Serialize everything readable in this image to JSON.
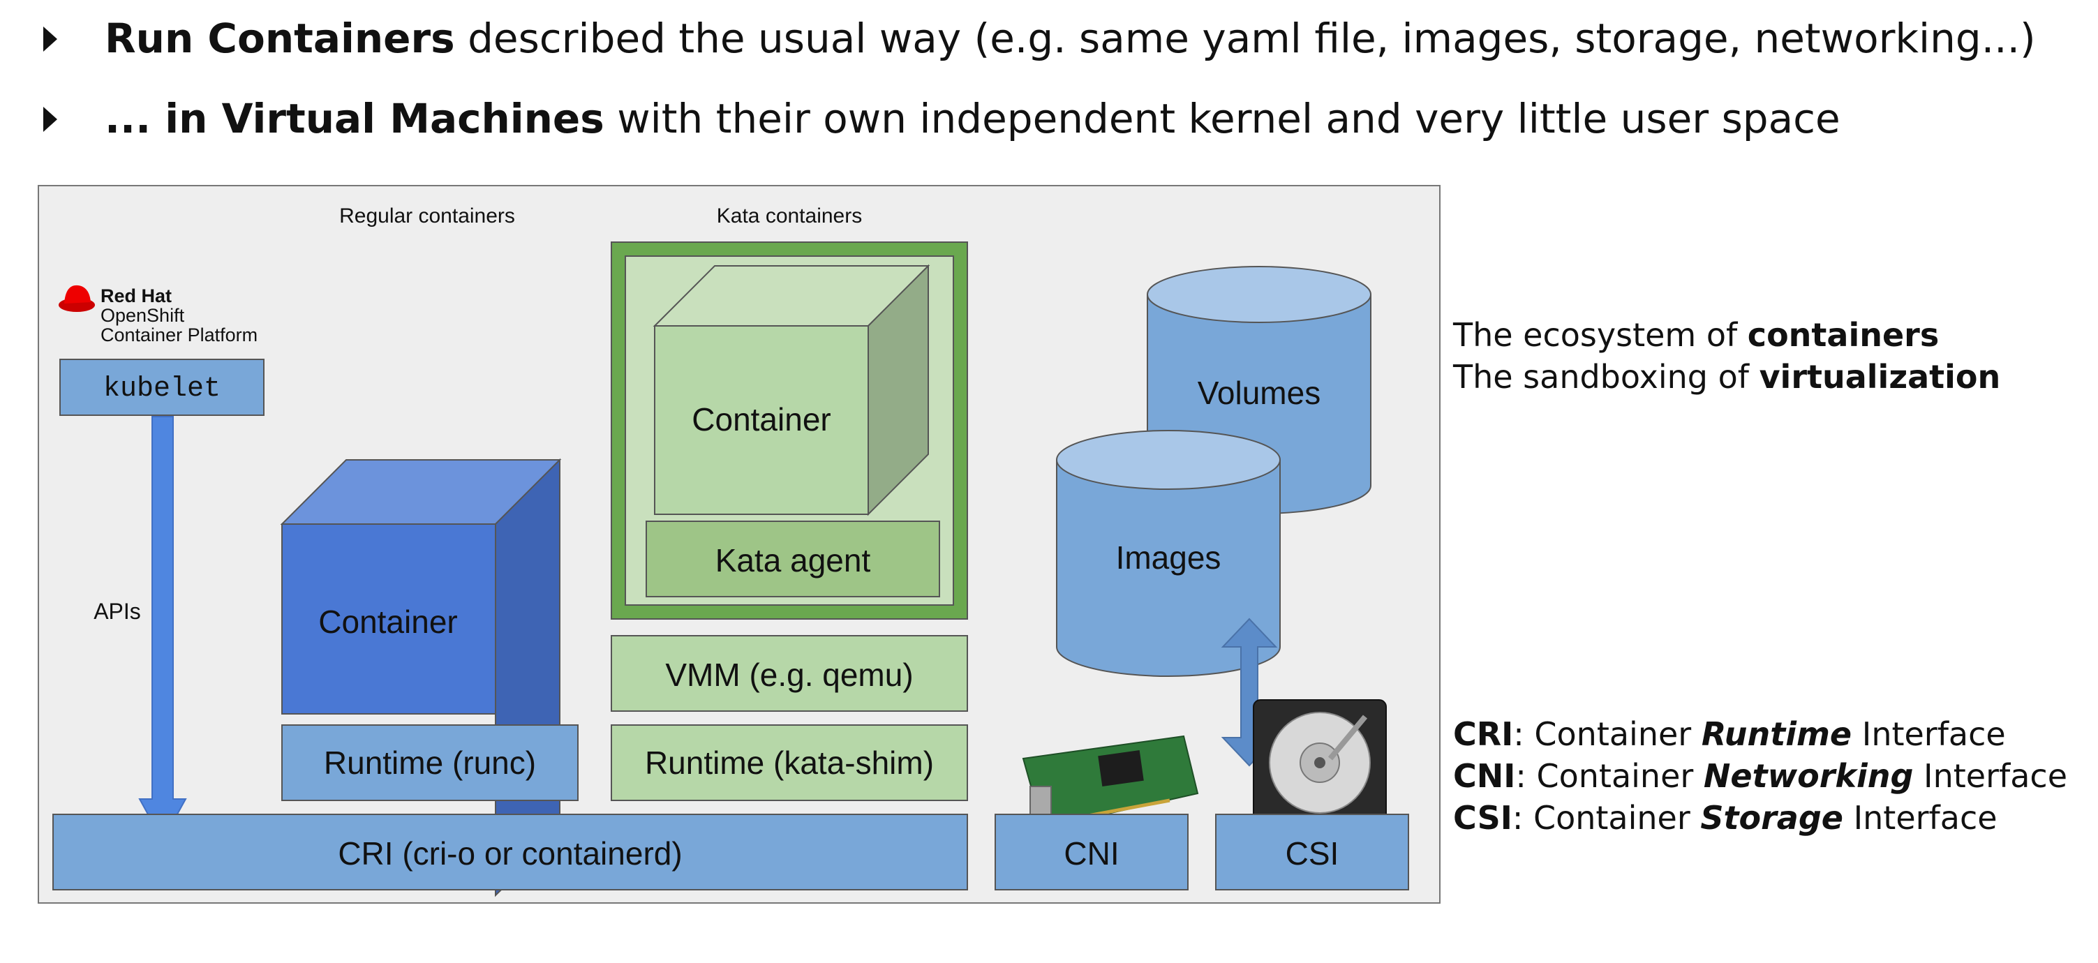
{
  "bullets": [
    {
      "bold": "Run Containers",
      "rest": " described the usual way (e.g. same yaml file, images, storage, networking...)"
    },
    {
      "bold": "... in Virtual Machines",
      "rest": " with their own independent kernel and very little user space"
    }
  ],
  "diagram": {
    "regular_label": "Regular containers",
    "kata_label": "Kata containers",
    "logo": {
      "line1": "Red Hat",
      "line2": "OpenShift",
      "line3": "Container Platform"
    },
    "kubelet": "kubelet",
    "apis": "APIs",
    "regular_container": "Container",
    "runtime_runc": "Runtime (runc)",
    "kata_container": "Container",
    "kata_agent": "Kata agent",
    "vmm": "VMM (e.g. qemu)",
    "runtime_kata": "Runtime (kata-shim)",
    "volumes": "Volumes",
    "images": "Images",
    "cri": "CRI (cri-o or containerd)",
    "cni": "CNI",
    "csi": "CSI",
    "colors": {
      "blue_dark": "#4a78d4",
      "blue_mid": "#79a7d8",
      "green_outer": "#6aa84f",
      "green_light": "#b6d7a8",
      "green_pale": "#c9e0bd"
    }
  },
  "ecosystem": {
    "line1_pre": "The ecosystem of ",
    "line1_bold": "containers",
    "line2_pre": "The sandboxing of ",
    "line2_bold": "virtualization"
  },
  "interfaces": [
    {
      "abbr": "CRI",
      "pre": ": Container ",
      "em": "Runtime",
      "post": " Interface"
    },
    {
      "abbr": "CNI",
      "pre": ": Container ",
      "em": "Networking",
      "post": " Interface"
    },
    {
      "abbr": "CSI",
      "pre": ": Container ",
      "em": "Storage",
      "post": " Interface"
    }
  ]
}
